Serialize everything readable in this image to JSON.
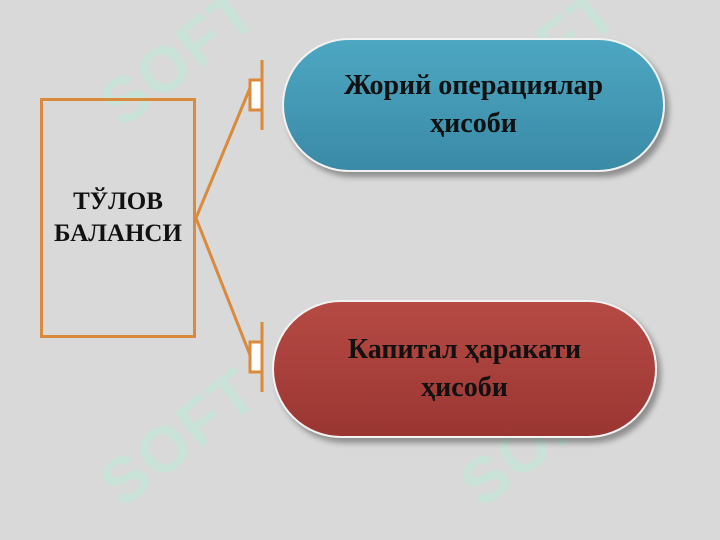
{
  "root": {
    "label": "ТЎЛОВ\nБАЛАНСИ"
  },
  "branches": [
    {
      "label": "Жорий операциялар\nҳисоби",
      "color": "#3f93b0"
    },
    {
      "label": "Капитал ҳаракати\nҳисоби",
      "color": "#a83c37"
    }
  ],
  "connector_color": "#d98a3a",
  "watermark": {
    "text": "SOFT"
  }
}
